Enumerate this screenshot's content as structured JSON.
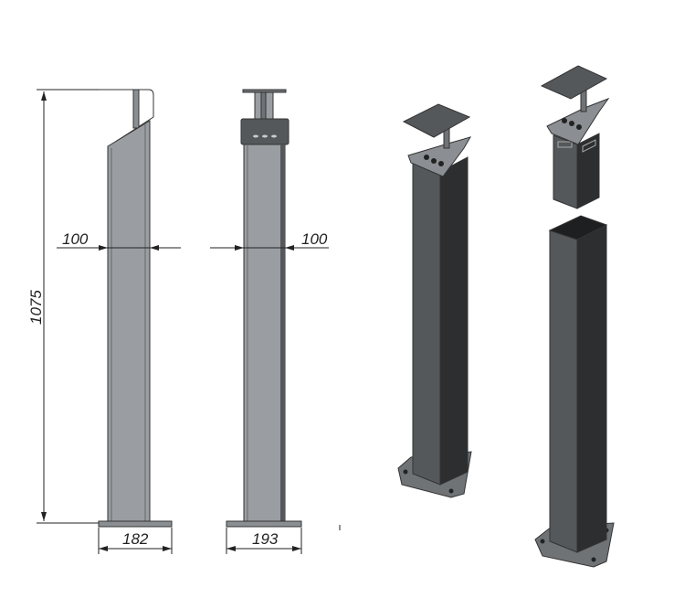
{
  "drawing": {
    "dimensions": {
      "height": "1075",
      "side_width": "100",
      "front_width": "100",
      "side_base": "182",
      "front_base": "193"
    },
    "colors": {
      "body_light": "#9a9ea2",
      "body_dark": "#3a3c3e",
      "body_mid": "#55585b",
      "plate": "#6f7376"
    }
  }
}
